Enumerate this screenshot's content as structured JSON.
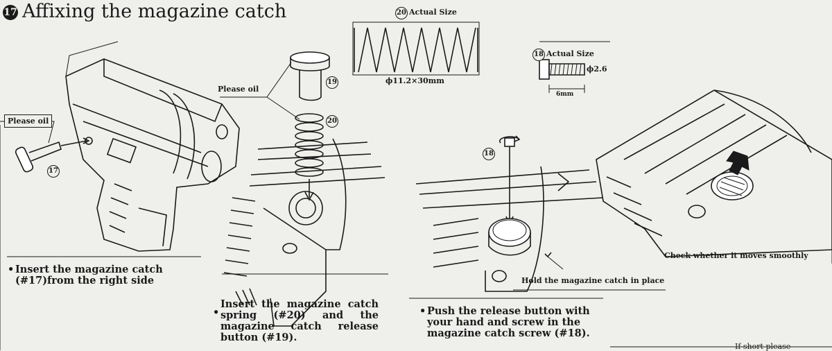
{
  "header": {
    "step_number": "17",
    "title": "Affixing the magazine catch"
  },
  "spring_diagram": {
    "part_number": "20",
    "actual_size_label": "Actual Size",
    "dimension_label": "ϕ11.2×30mm"
  },
  "screw_diagram": {
    "part_number": "18",
    "actual_size_label": "Actual Size",
    "diameter_label": "ϕ2.6",
    "length_label": "6mm"
  },
  "panel1": {
    "oil_label": "Please oil",
    "part_number": "17",
    "caption": "Insert the magazine catch (#17)from the right side"
  },
  "panel2": {
    "oil_label": "Please oil",
    "part_button": "19",
    "part_spring": "20",
    "caption": "Insert the magazine catch spring (#20) and the magazine catch release button (#19)."
  },
  "panel3": {
    "part_number": "18",
    "hold_label": "Hold the magazine catch in place",
    "caption": "Push the release button with your hand and screw in the magazine catch screw (#18)."
  },
  "panel4": {
    "check_label": "Check whether it moves smoothly"
  },
  "footer_fragment": {
    "text": "If short  please"
  }
}
